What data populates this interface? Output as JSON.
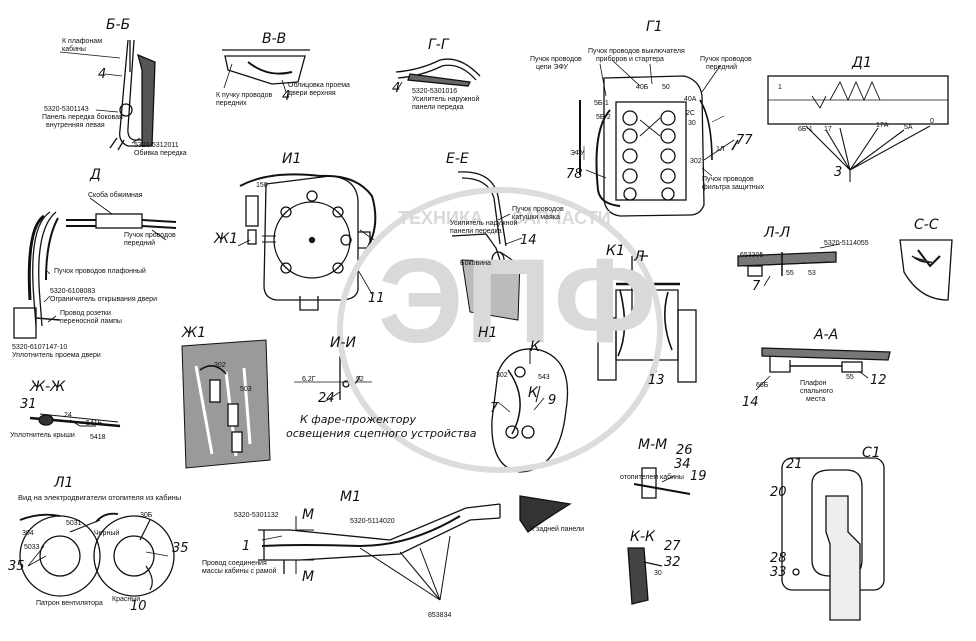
{
  "watermark": {
    "brand_line1": "ТЕХНИКА",
    "brand_line2": "ЗАПЧАСТИ",
    "logo": "ЭПФ"
  },
  "views": {
    "bb": "Б-Б",
    "vv": "В-В",
    "gg": "Г-Г",
    "g1": "Г1",
    "d1": "Д1",
    "d": "Д",
    "i1": "И1",
    "ee": "Е-Е",
    "zh1_arrow": "Ж1",
    "k1": "К1",
    "l_arrow": "Л",
    "ll": "Л-Л",
    "ss": "С-С",
    "zh1": "Ж1",
    "ii": "И-И",
    "n1": "Н1",
    "k_arrow1": "К",
    "k_arrow2": "К",
    "aa": "А-А",
    "zhzh": "Ж-Ж",
    "mm": "М-М",
    "l1": "Л1",
    "m1": "М1",
    "m_arrow1": "М",
    "m_arrow2": "М",
    "c1": "С1",
    "kk": "К-К"
  },
  "numbers": {
    "bb_4": "4",
    "vv_4": "4",
    "gg_4": "4",
    "g1_77": "77",
    "g1_78": "78",
    "d1_3": "3",
    "i1_11": "11",
    "ee_14": "14",
    "ll_7": "7",
    "ii_24": "24",
    "n1_7": "7",
    "n1_9": "9",
    "k1_13": "13",
    "aa_14": "14",
    "aa_12": "12",
    "zhzh_31": "31",
    "mm_26": "26",
    "mm_34": "34",
    "mm_19": "19",
    "l1_35a": "35",
    "l1_35b": "35",
    "l1_10": "10",
    "m1_1": "1",
    "kk_27": "27",
    "kk_32": "32",
    "c1_21": "21",
    "c1_20": "20",
    "c1_28": "28",
    "c1_33": "33"
  },
  "notes": {
    "bb_1": "К плафонам",
    "bb_2": "кабины",
    "bb_3": "5320-5301143",
    "bb_4": "Панель передка боковая",
    "bb_5": "внутренняя левая",
    "bb_6": "5320-5312011",
    "bb_7": "Обивка передка",
    "vv_1": "К пучку проводов",
    "vv_2": "передних",
    "vv_3": "Облицовка проема",
    "vv_4": "двери верхняя",
    "gg_1": "5320-5301016",
    "gg_2": "Усилитель наружной",
    "gg_3": "панели передка",
    "g1_1": "Пучок проводов",
    "g1_2": "цепи ЭФУ",
    "g1_3": "Пучок проводов выключателя",
    "g1_4": "приборов и стартера",
    "g1_5": "Пучок проводов",
    "g1_6": "передний",
    "g1_7": "Пучок проводов",
    "g1_8": "фильтра защитных",
    "d_1": "Скоба обжимная",
    "d_2": "Пучок проводов",
    "d_3": "передний",
    "d_4": "Пучок проводов плафонный",
    "d_5": "5320-6108083",
    "d_6": "Ограничитель открывания двери",
    "d_7": "Провод розетки",
    "d_8": "переносной лампы",
    "d_9": "5320-6107147-10",
    "d_10": "Уплотнитель проема двери",
    "ee_1": "Пучок проводов",
    "ee_2": "катушки маяка",
    "ee_3": "Усилитель наружной",
    "ee_4": "панели передка",
    "ee_5": "Боковина",
    "ll_1": "5320-5114055",
    "ii_1": "К фаре-прожектору",
    "ii_2": "освещения сцепного устройства",
    "aa_1": "Плафон",
    "aa_2": "спального",
    "aa_3": "места",
    "zhzh_1": "Уплотнитель крыши",
    "mm_1": "отопителем кабины",
    "l1_1": "Вид на электродвигатели отопителя из кабины",
    "l1_2": "Черный",
    "l1_3": "Красный",
    "l1_4": "Патрон вентилятора",
    "m1_1": "5320-5301132",
    "m1_2": "5320-5114020",
    "m1_3": "К задней панели",
    "m1_4": "Провод соединения",
    "m1_5": "массы кабины с рамой",
    "m1_6": "853834"
  },
  "tags": {
    "g1_a": "ЭФУ",
    "g1_b": "5Б-1",
    "g1_c": "5Б-2",
    "g1_d": "40Б",
    "g1_e": "50",
    "g1_f": "40А",
    "g1_g": "2С",
    "g1_h": "30",
    "g1_i": "1Л",
    "g1_j": "302",
    "d1_a": "1",
    "d1_b": "6Б-1",
    "d1_c": "17",
    "d1_d": "17А",
    "d1_e": "5А",
    "d1_f": "0",
    "i1_a": "150",
    "zh1_a": "302",
    "zh1_b": "503",
    "ll_a": "653305",
    "ll_b": "55",
    "ll_c": "53",
    "ii_a": "6.2Г",
    "ii_b": "52",
    "n1_a": "302",
    "n1_b": "543",
    "aa_a": "66Б",
    "aa_b": "55",
    "zhzh_a": "24",
    "zhzh_b": "541Б",
    "zhzh_c": "5418",
    "l1_a": "304",
    "l1_b": "5031",
    "l1_c": "30Б",
    "l1_d": "5033",
    "kk_a": "30"
  }
}
